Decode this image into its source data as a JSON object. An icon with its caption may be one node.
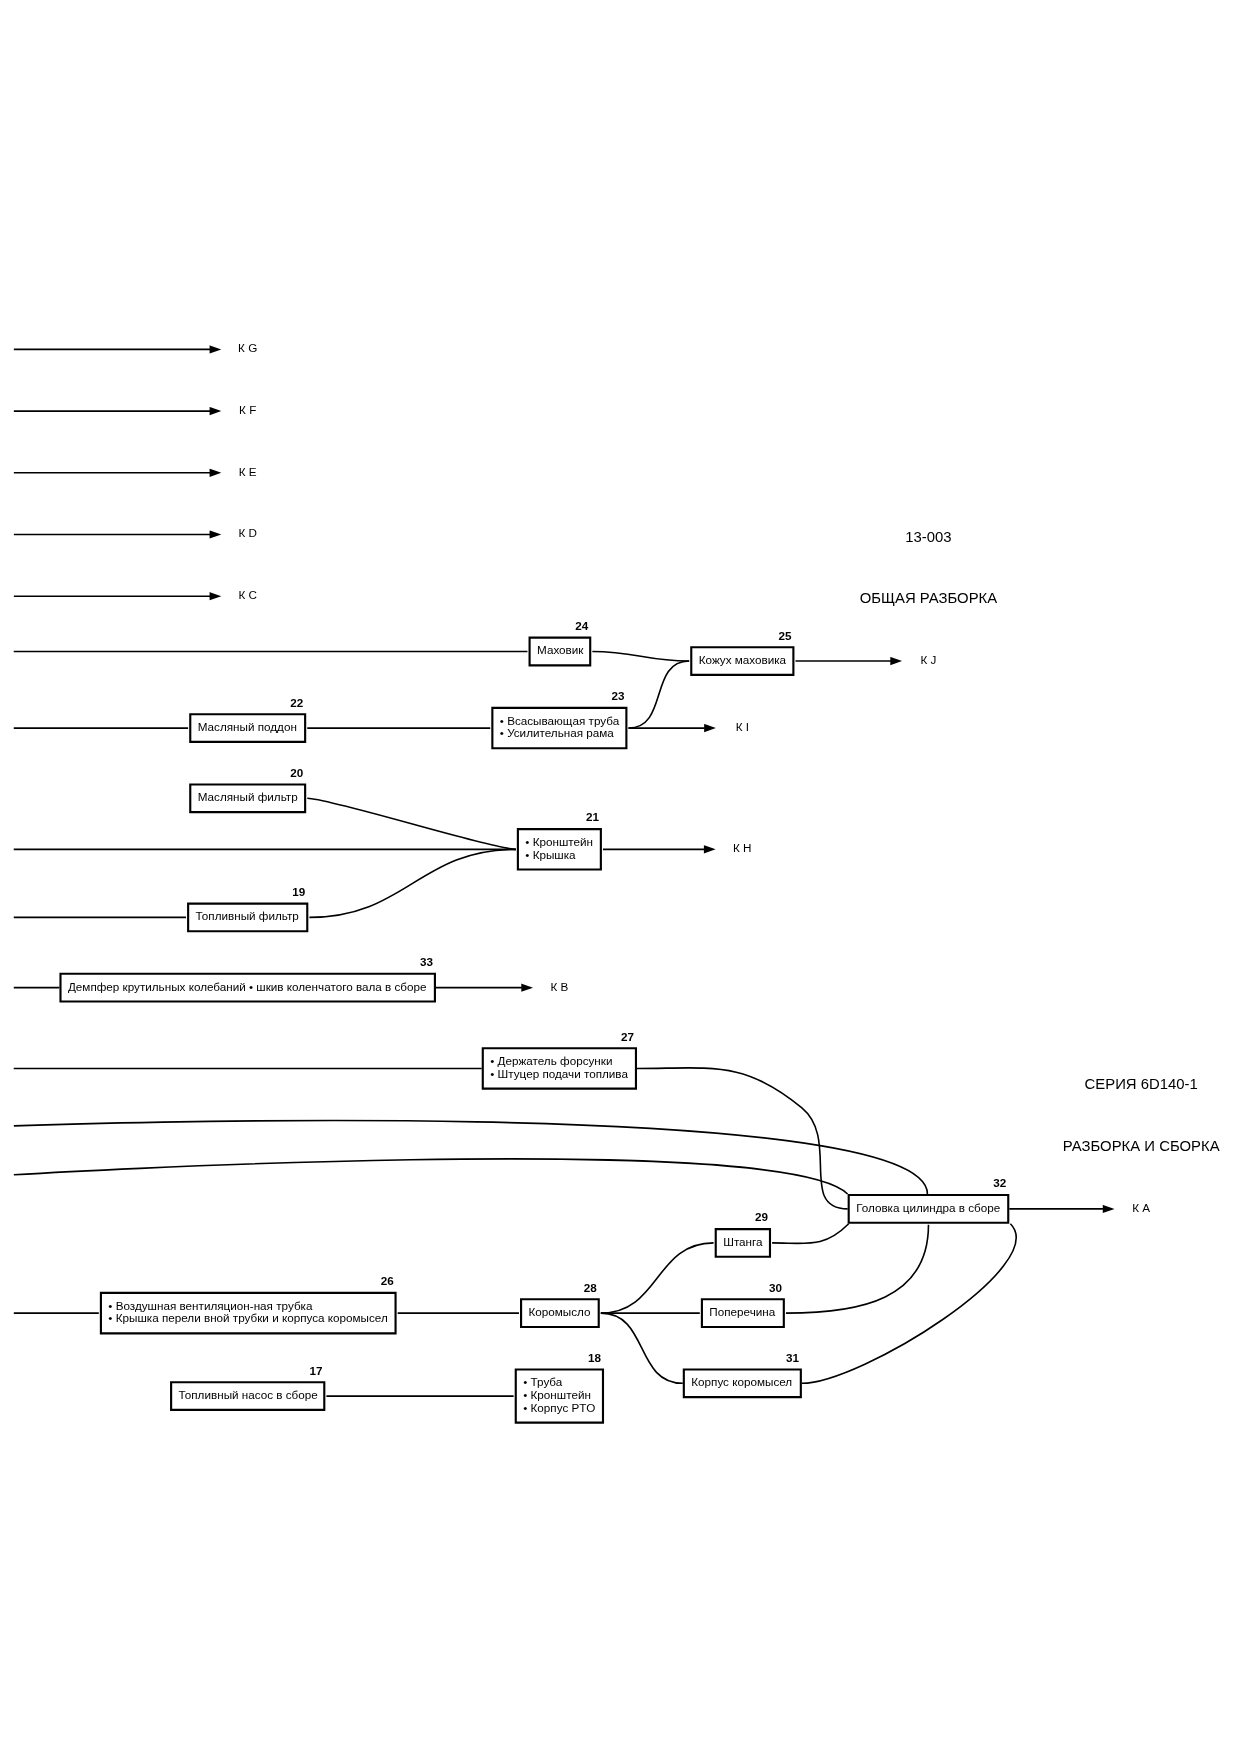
{
  "diagram": {
    "nodes": [
      {
        "text": [
          "Топливный насос в сборе"
        ],
        "beside": [
          "17"
        ]
      },
      {
        "text": [
          "• Труба",
          "• Кронштейн",
          "• Корпус PTO"
        ],
        "beside": [
          "18"
        ]
      },
      {
        "text": [
          "• Воздушная вентиляцион-ная трубка",
          "• Крышка перели вной трубки и корпуса коромысел"
        ],
        "beside": [
          "26"
        ]
      },
      {
        "text": [
          "• Держатель форсунки",
          "• Штуцер подачи топлива"
        ],
        "beside": [
          "27"
        ]
      },
      {
        "text": [
          "Коромысло"
        ],
        "beside": [
          "28"
        ]
      },
      {
        "text": [
          "Штанга"
        ],
        "beside": [
          "29"
        ]
      },
      {
        "text": [
          "Поперечина"
        ],
        "beside": [
          "30"
        ]
      },
      {
        "text": [
          "Корпус коромысел"
        ],
        "beside": [
          "31"
        ]
      },
      {
        "text": [
          "Головка цилиндра в сборе"
        ],
        "beside": [
          "32"
        ]
      },
      {
        "text": [
          "Демпфер крутильных колебаний • шкив коленчатого вала в сборе"
        ],
        "beside": [
          "33"
        ]
      },
      {
        "text": [
          "Топливный фильтр"
        ],
        "beside": [
          "19"
        ]
      },
      {
        "text": [
          "Масляный фильтр"
        ],
        "beside": [
          "20"
        ]
      },
      {
        "text": [
          "• Кронштейн",
          "• Крышка"
        ],
        "beside": [
          "21"
        ]
      },
      {
        "text": [
          "Масляный поддон"
        ],
        "beside": [
          "22"
        ]
      },
      {
        "text": [
          "• Всасывающая труба",
          "• Усилительная рама"
        ],
        "beside": [
          "23"
        ]
      },
      {
        "text": [
          "Маховик"
        ],
        "beside": [
          "24"
        ]
      },
      {
        "text": [
          "Кожух маховика"
        ],
        "beside": [
          "25"
        ]
      },
      {
        "text": [
          "К A"
        ]
      },
      {
        "text": [
          "К B"
        ]
      },
      {
        "text": [
          "К C"
        ]
      },
      {
        "text": [
          "К D"
        ]
      },
      {
        "text": [
          "К E"
        ]
      },
      {
        "text": [
          "К F"
        ]
      },
      {
        "text": [
          "К G"
        ]
      },
      {
        "text": [
          "К H"
        ]
      },
      {
        "text": [
          "К I"
        ]
      },
      {
        "text": [
          "К J"
        ]
      }
    ],
    "edges": [
      {
        "from": null,
        "to": 8,
        "arrow": "none"
      },
      {
        "from": null,
        "to": 8,
        "arrow": "none"
      },
      {
        "from": null,
        "to": 3,
        "arrow": "none"
      },
      {
        "from": 3,
        "to": 8,
        "arrow": "none"
      },
      {
        "from": 0,
        "to": 1,
        "arrow": "none"
      },
      {
        "from": null,
        "to": 2,
        "arrow": "none"
      },
      {
        "from": 2,
        "to": 4,
        "arrow": "none"
      },
      {
        "from": 4,
        "to": 5,
        "arrow": "none"
      },
      {
        "from": 4,
        "to": 6,
        "arrow": "none"
      },
      {
        "from": 4,
        "to": 7,
        "arrow": "none"
      },
      {
        "from": 5,
        "to": 8,
        "arrow": "none"
      },
      {
        "from": 6,
        "to": 8,
        "arrow": "none"
      },
      {
        "from": 7,
        "to": 8,
        "arrow": "none"
      },
      {
        "from": 8,
        "to": 17,
        "arrow": "to"
      },
      {
        "from": null,
        "to": 9,
        "arrow": "none"
      },
      {
        "from": 9,
        "to": 18,
        "arrow": "to"
      },
      {
        "from": null,
        "to": 19,
        "arrow": "to"
      },
      {
        "from": null,
        "to": 20,
        "arrow": "to"
      },
      {
        "from": null,
        "to": 21,
        "arrow": "to"
      },
      {
        "from": null,
        "to": 22,
        "arrow": "to"
      },
      {
        "from": null,
        "to": 23,
        "arrow": "to"
      },
      {
        "from": null,
        "to": 12,
        "arrow": "none"
      },
      {
        "from": null,
        "to": 10,
        "arrow": "none"
      },
      {
        "from": 10,
        "to": 12,
        "arrow": "none"
      },
      {
        "from": 11,
        "to": 12,
        "arrow": "none"
      },
      {
        "from": 12,
        "to": 24,
        "arrow": "to"
      },
      {
        "from": null,
        "to": 13,
        "arrow": "none"
      },
      {
        "from": 13,
        "to": 14,
        "arrow": "none"
      },
      {
        "from": 14,
        "to": 25,
        "arrow": "to"
      },
      {
        "from": 14,
        "to": 16,
        "arrow": "none"
      },
      {
        "from": null,
        "to": 15,
        "arrow": "none"
      },
      {
        "from": 15,
        "to": 16,
        "arrow": "none"
      },
      {
        "from": 16,
        "to": 26,
        "arrow": "to"
      }
    ],
    "labels": [
      "РАЗБОРКА И СБОРКА",
      "ОБЩАЯ РАЗБОРКА",
      "СЕРИЯ 6D140-1",
      "13-003"
    ]
  }
}
